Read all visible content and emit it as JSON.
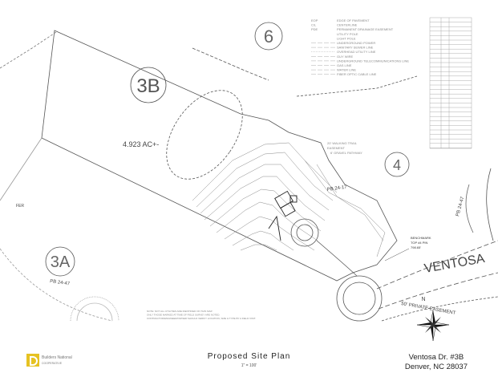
{
  "plan": {
    "lot_labels": [
      "6",
      "3B",
      "4",
      "3A"
    ],
    "acreage": "4.923 AC+-",
    "plat_refs": [
      "PB 24-17",
      "PB 24-47",
      "PB 24-47"
    ],
    "road_name": "VENTOSA",
    "easement": "50' PRIVATE EASEMENT",
    "trail_easement": [
      "20' WALKING TRAIL",
      "EASEMENT",
      "6' GRAVEL PATHWAY"
    ],
    "benchmark": [
      "BENCHMARK",
      "TOP #4 PIN",
      "798.65'"
    ],
    "left_label": "FER",
    "compass_north": "N",
    "note": [
      "NOTE: NOT ALL UTILITIES ARE IDENTIFIED ON THIS MAP.",
      "ONLY THOSE MARKED AT TIME OF FIELD SURVEY ARE NOTED.",
      "CONTRACTOR/ENGINEER/OWNER SHOULD VERIFY LOCATION, SIZE & TYPE BY A FIELD VISIT."
    ]
  },
  "legend": [
    {
      "symbol": "EOP",
      "label": "EDGE OF PAVEMENT"
    },
    {
      "symbol": "C/L",
      "label": "CENTERLINE"
    },
    {
      "symbol": "PDE",
      "label": "PERMANENT DRAINAGE EASEMENT"
    },
    {
      "symbol": "",
      "label": "UTILITY POLE"
    },
    {
      "symbol": "",
      "label": "LIGHT POLE"
    },
    {
      "symbol": "",
      "label": "UNDERGROUND POWER"
    },
    {
      "symbol": "",
      "label": "SANITARY SEWER LINE"
    },
    {
      "symbol": "",
      "label": "OVERHEAD UTILITY LINE"
    },
    {
      "symbol": "",
      "label": "GUY WIRE"
    },
    {
      "symbol": "",
      "label": "UNDERGROUND TELECOMMUNICATIONS LINE"
    },
    {
      "symbol": "",
      "label": "GAS LINE"
    },
    {
      "symbol": "",
      "label": "WATER LINE"
    },
    {
      "symbol": "",
      "label": "FIBER OPTIC CABLE LINE"
    }
  ],
  "footer": {
    "title": "Proposed Site Plan",
    "scale": "1\" = 100'",
    "address_line1": "Ventosa Dr. #3B",
    "address_line2": "Denver, NC 28037",
    "logo_line1": "Builders National",
    "logo_line2": "COOPERATIVE"
  }
}
